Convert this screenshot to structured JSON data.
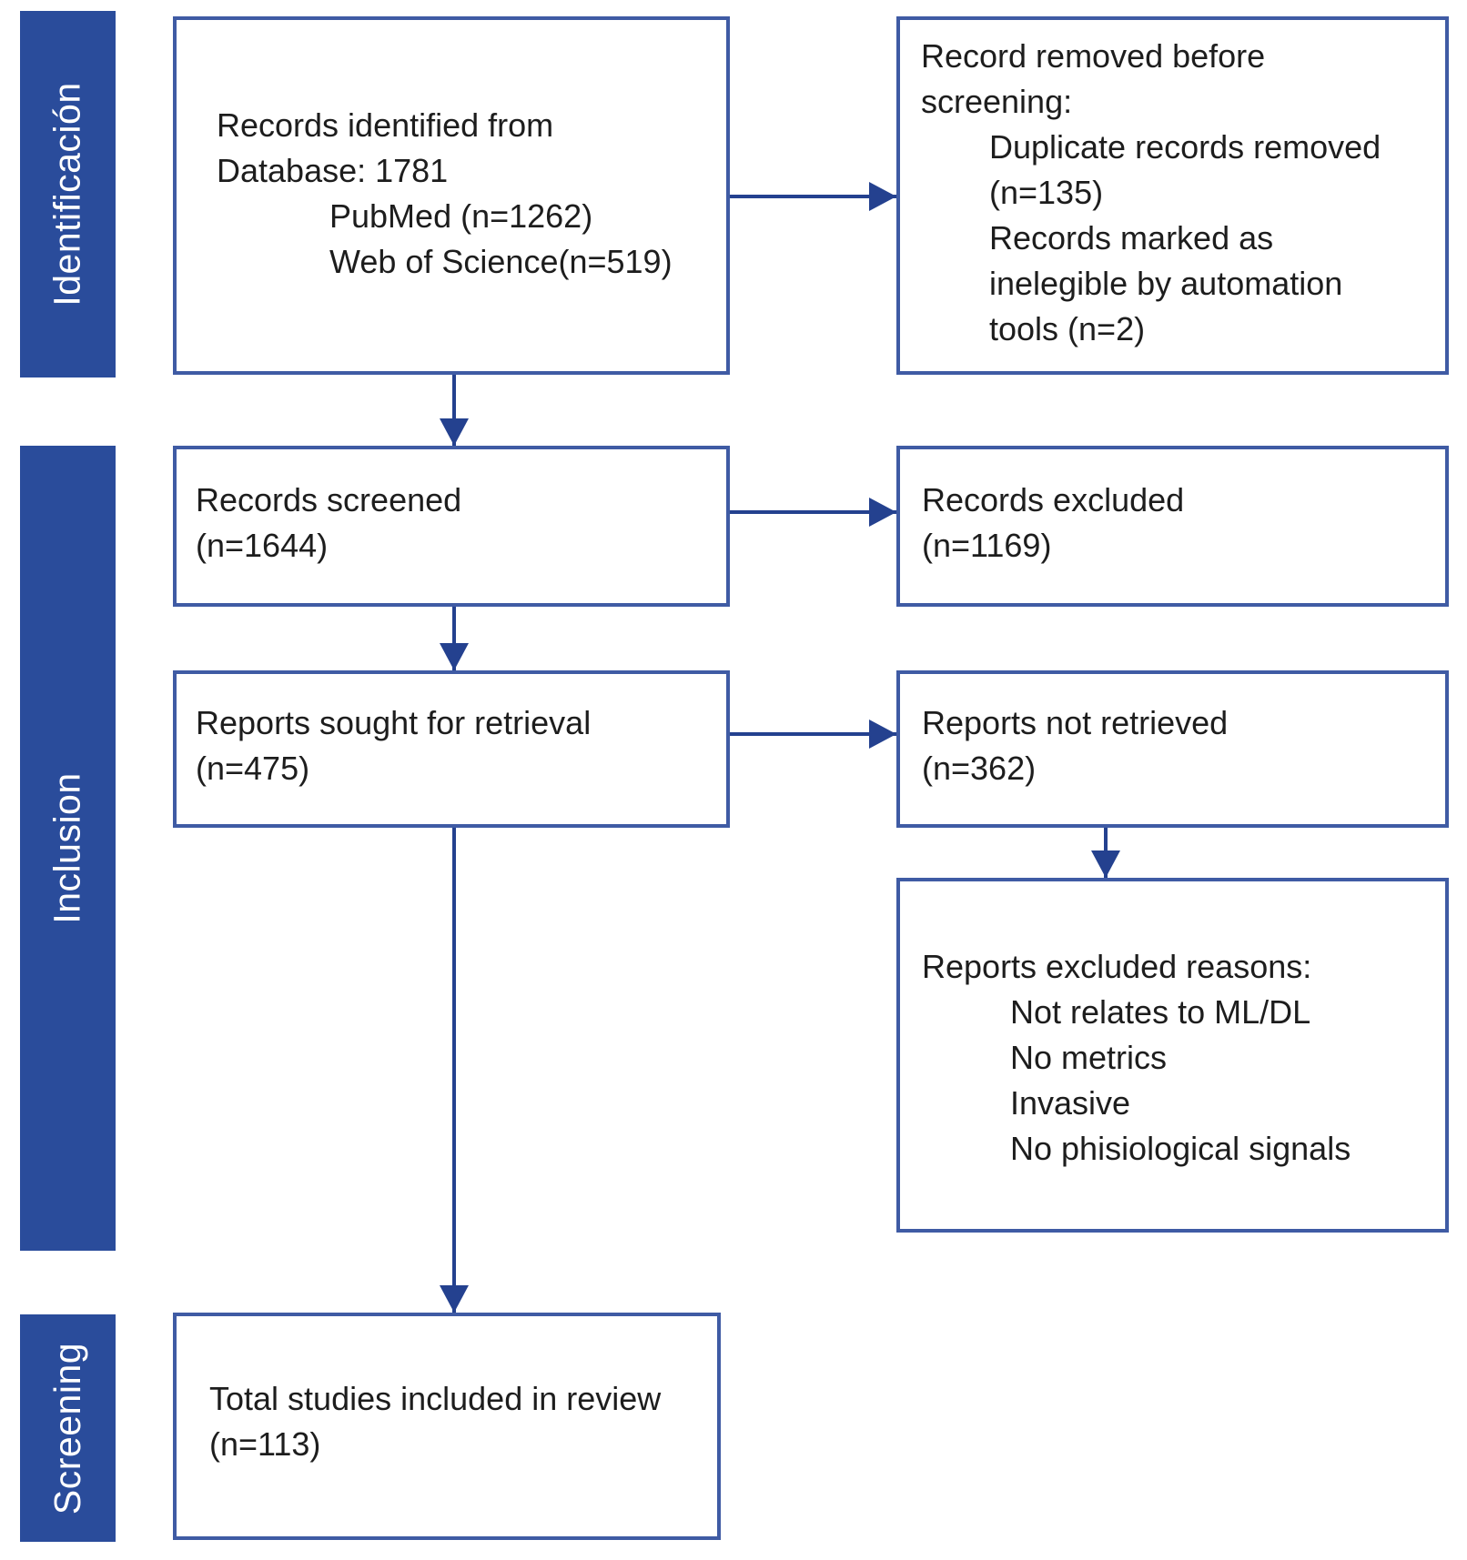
{
  "diagram": {
    "type": "prisma-flow-diagram"
  },
  "colors": {
    "bg": "#ffffff",
    "sidebar_fill": "#2a4c9b",
    "sidebar_text": "#ffffff",
    "box_border": "#3f5ba4",
    "box_text": "#1d1d1d",
    "arrow": "#24418f"
  },
  "sidebar": {
    "identification": "Identificación",
    "inclusion": "Inclusion",
    "screening": "Screening"
  },
  "boxes": {
    "identified": {
      "line1": "Records identified from",
      "line2": "Database: 1781",
      "line3": "PubMed (n=1262)",
      "line4": "Web of Science(n=519)"
    },
    "removed_before_screening": {
      "line1": "Record removed before",
      "line2": "screening:",
      "line3": "Duplicate records removed",
      "line4": "(n=135)",
      "line5": "Records marked as",
      "line6": "inelegible by automation",
      "line7": "tools (n=2)"
    },
    "screened": {
      "line1": "Records screened",
      "line2": "(n=1644)"
    },
    "records_excluded": {
      "line1": "Records excluded",
      "line2": "(n=1169)"
    },
    "sought": {
      "line1": "Reports sought for retrieval",
      "line2": "(n=475)"
    },
    "not_retrieved": {
      "line1": "Reports not retrieved",
      "line2": "(n=362)"
    },
    "excluded_reasons": {
      "line1": "Reports excluded reasons:",
      "line2": "Not relates to ML/DL",
      "line3": "No metrics",
      "line4": "Invasive",
      "line5": "No phisiological signals"
    },
    "included": {
      "line1": "Total studies included in review",
      "line2": "(n=113)"
    }
  }
}
